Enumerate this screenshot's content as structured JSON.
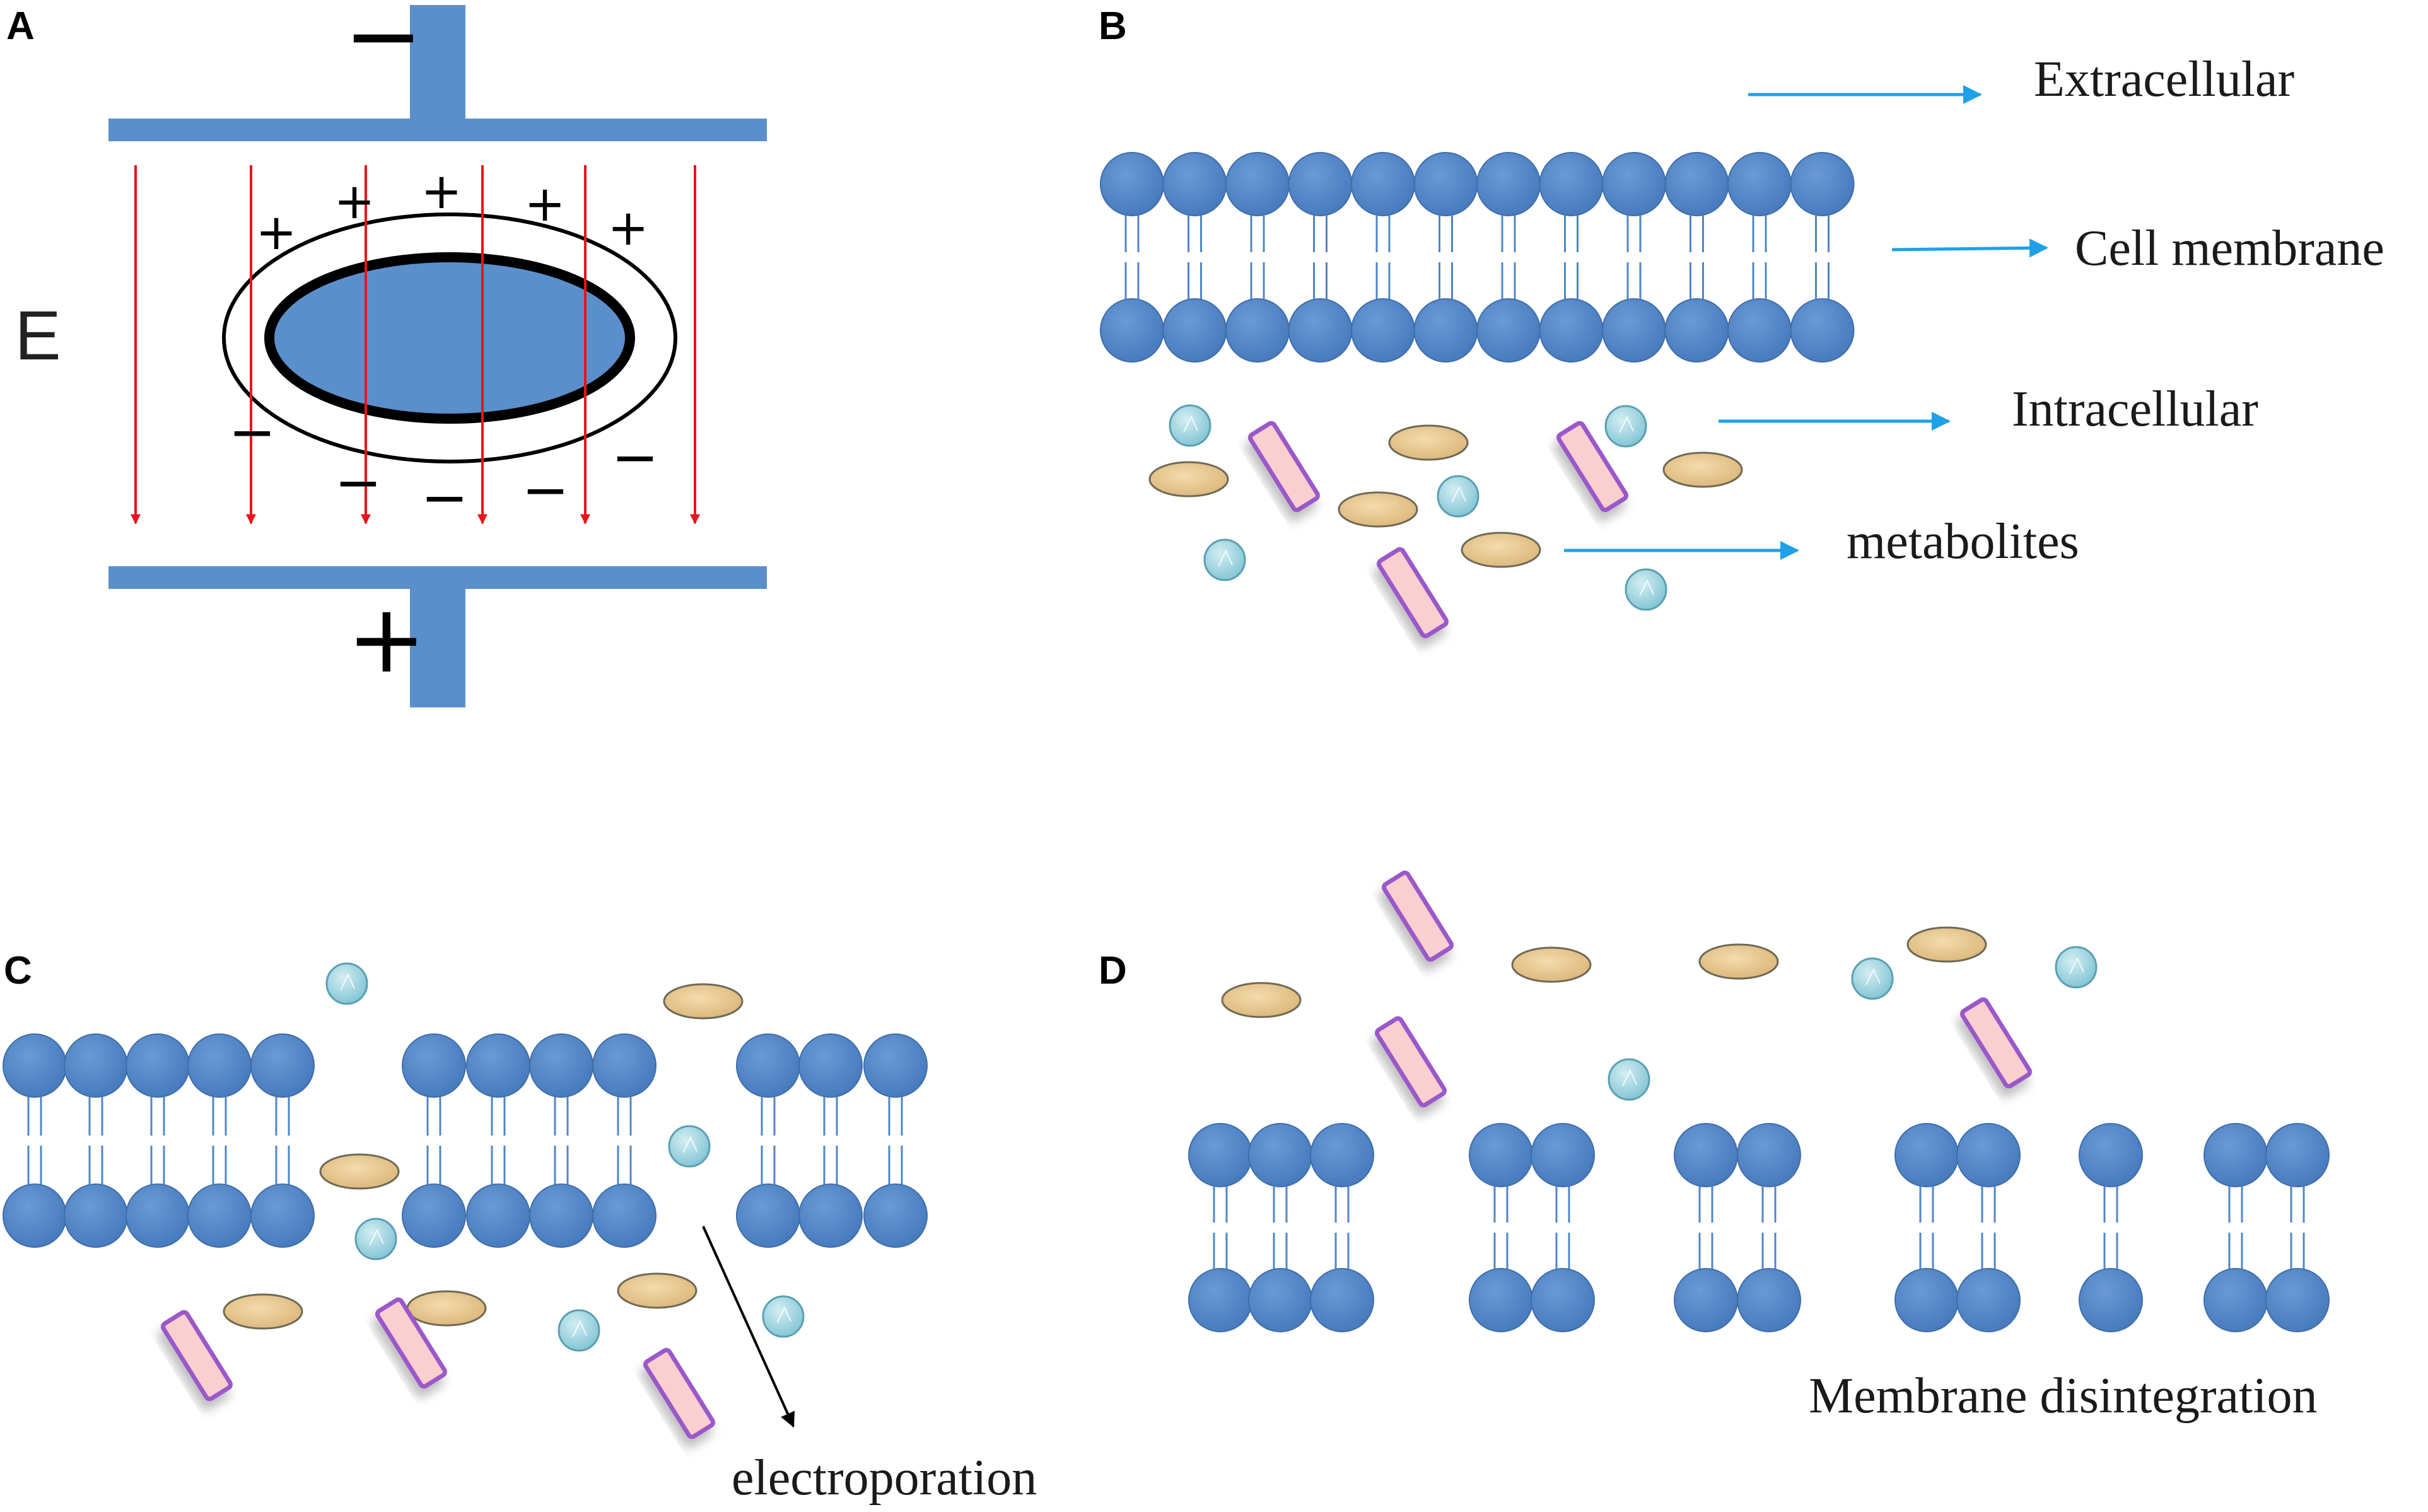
{
  "panels": {
    "a": {
      "label": "A",
      "field_label": "E",
      "top_electrode_sign": "−",
      "bottom_electrode_sign": "+",
      "cell_top_charge": "+",
      "cell_bottom_charge": "−"
    },
    "b": {
      "label": "B",
      "labels": {
        "extracellular": "Extracellular",
        "cell_membrane": "Cell membrane",
        "intracellular": "Intracellular",
        "metabolites": "metabolites"
      }
    },
    "c": {
      "label": "C",
      "annotation": "electroporation"
    },
    "d": {
      "label": "D",
      "annotation": "Membrane disintegration"
    }
  },
  "colors": {
    "electrode": "#5b8fcb",
    "lipid_head": "#4f86c8",
    "field_arrow": "#e8141b",
    "pointer_arrow": "#1ea1e6",
    "protein_fill": "#f9cfd0",
    "protein_border": "#9b59c9",
    "ellipse_metabolite": "#e8c88c",
    "sphere_metabolite": "#9fd6e0"
  },
  "icons": {
    "lipid": "phospholipid-icon",
    "protein": "protein-rod-icon",
    "ellipse": "oval-metabolite-icon",
    "sphere": "sphere-metabolite-icon"
  }
}
